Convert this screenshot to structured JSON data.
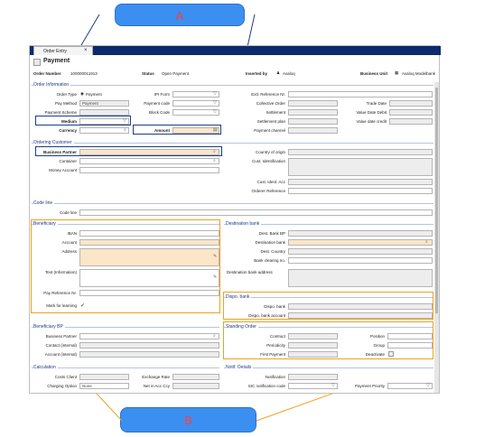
{
  "callouts": {
    "a": "A",
    "b": "B"
  },
  "tab": {
    "label": "Order Entry",
    "close": "×"
  },
  "header": {
    "title": "Payment",
    "order_number_label": "Order Number",
    "order_number": "100000011913",
    "status_label": "Status",
    "status": "Open Payment",
    "inserted_by_label": "Inserted by",
    "inserted_by": "Avaloq",
    "business_unit_label": "Business Unit",
    "business_unit": "Avaloq Modelbank"
  },
  "order_info": {
    "section": "Order Information",
    "order_type_label": "Order Type",
    "order_type": "Payment",
    "pay_method_label": "Pay Method",
    "pay_method": "Payment",
    "payment_scheme_label": "Payment Scheme",
    "medium_label": "Medium",
    "currency_label": "Currency",
    "ipi_form_label": "IPI Form",
    "payment_code_label": "Payment code",
    "block_code_label": "Block Code",
    "amount_label": "Amount",
    "ext_ref_label": "Extl. Reference Nr.",
    "collective_order_label": "Collective Order",
    "settlement_label": "Settlement",
    "settlement_plan_label": "Settlement plan",
    "payment_channel_label": "Payment channel",
    "trade_date_label": "Trade Date",
    "value_date_debit_label": "Value Date Debit",
    "value_date_credit_label": "Value date credit"
  },
  "ordering_customer": {
    "section": "Ordering Customer",
    "business_partner_label": "Business Partner",
    "container_label": "Container",
    "money_account_label": "Money Account",
    "country_origin_label": "Country of origin",
    "cust_identification_label": "Cust. Identification",
    "cust_ident_acc_label": "Cust. Ident. Acc",
    "orderer_reference_label": "Orderer Reference"
  },
  "code_line": {
    "section": "Code line",
    "label": "Code line"
  },
  "beneficiary": {
    "section": "Beneficiary",
    "iban_label": "IBAN",
    "account_label": "Account",
    "address_label": "Address",
    "text_info_label": "Text (Information)",
    "pay_ref_label": "Pay Reference Nr.",
    "mark_learning_label": "Mark for learning",
    "mark_learning_check": "✓"
  },
  "destination_bank": {
    "section": "Destination bank",
    "dest_bank_bp_label": "Dest. Bank BP",
    "destination_bank_label": "Destination bank",
    "dest_country_label": "Dest. Country",
    "bank_clearing_label": "Bank clearing no.",
    "dest_bank_address_label": "Destination bank address"
  },
  "dispo_bank": {
    "section": "Dispo. bank",
    "dispo_bank_label": "Dispo. bank",
    "dispo_bank_account_label": "Dispo. bank account"
  },
  "beneficiary_bp": {
    "section": "Beneficiary BP",
    "business_partner_label": "Business Partner",
    "contact_internal_label": "Contact (internal)",
    "account_internal_label": "Account (internal)"
  },
  "standing_order": {
    "section": "Standing Order",
    "contract_label": "Contract",
    "periodicity_label": "Periodicity",
    "first_payment_label": "First Payment",
    "position_label": "Position",
    "group_label": "Group",
    "deactivate_label": "Deactivate"
  },
  "calculation": {
    "section": "Calculation",
    "costs_client_label": "Costs Client",
    "charging_option_label": "Charging Option",
    "charging_option": "None",
    "exchange_rate_label": "Exchange Rate",
    "net_acc_ccy_label": "Net in Acc Ccy"
  },
  "notif": {
    "section": "Notif. Details",
    "notification_label": "Notification",
    "sic_label": "SIC notification code",
    "payment_priority_label": "Payment Priority"
  },
  "colors": {
    "callout_fill": "#3b8ff0",
    "callout_text": "#ff3c3c",
    "highlight_orange": "#f0a020",
    "highlight_blue": "#1c3c8c",
    "tabbar": "#0d2a6a"
  }
}
